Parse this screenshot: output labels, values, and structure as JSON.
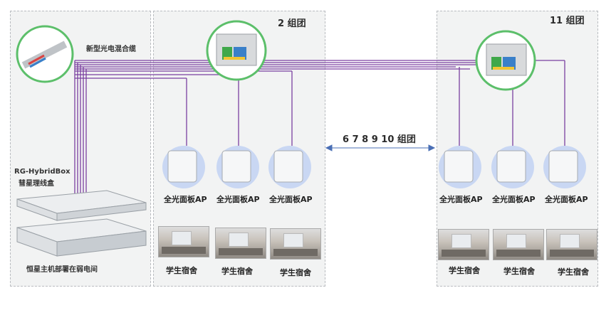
{
  "left": {
    "cable_label": "新型光电混合缆",
    "box_name": "RG-HybridBox",
    "box_name_cn": "彗星理线盒",
    "host_label": "恒星主机部署在弱电间"
  },
  "group_a": {
    "title": "2 组团",
    "aps": [
      "全光面板AP",
      "全光面板AP",
      "全光面板AP"
    ],
    "rooms": [
      "学生宿舍",
      "学生宿舍",
      "学生宿舍"
    ]
  },
  "group_b": {
    "title": "11 组团",
    "aps": [
      "全光面板AP",
      "全光面板AP",
      "全光面板AP"
    ],
    "rooms": [
      "学生宿舍",
      "学生宿舍",
      "学生宿舍"
    ]
  },
  "middle": {
    "label": "6 7 8 9 10  组团"
  },
  "colors": {
    "cable": "#7a3fa0",
    "ring": "#5cbf6a",
    "ap_bg": "#c9d7f3",
    "arrow": "#4a6fb5"
  }
}
